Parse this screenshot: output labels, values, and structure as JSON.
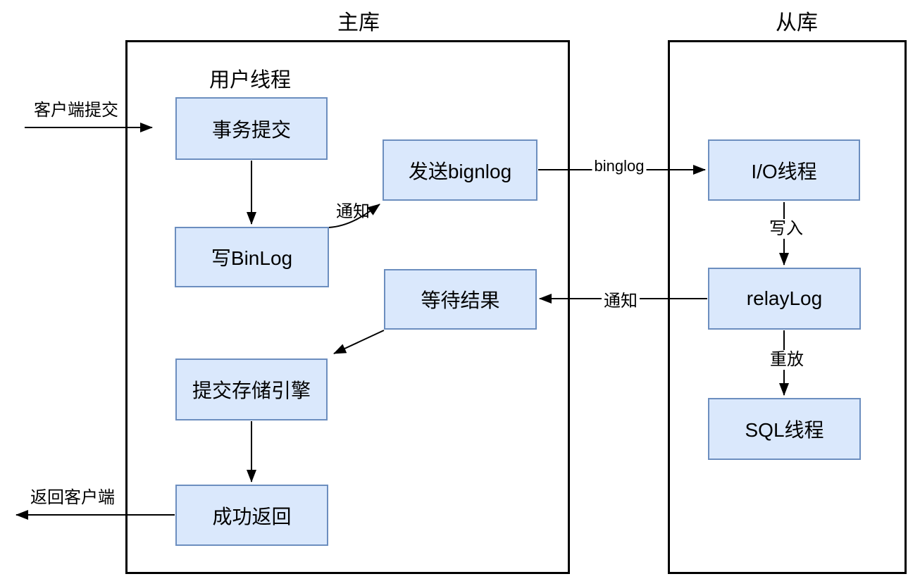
{
  "titles": {
    "master": "主库",
    "slave": "从库",
    "user_thread": "用户线程"
  },
  "nodes": {
    "transaction_commit": "事务提交",
    "write_binlog": "写BinLog",
    "send_binlog": "发送bignlog",
    "wait_result": "等待结果",
    "commit_storage_engine": "提交存储引擎",
    "success_return": "成功返回",
    "io_thread": "I/O线程",
    "relay_log": "relayLog",
    "sql_thread": "SQL线程"
  },
  "edge_labels": {
    "client_submit": "客户端提交",
    "notify_send_binlog": "通知",
    "binglog": "binglog",
    "write_to_relay": "写入",
    "notify_wait_result": "通知",
    "replay": "重放",
    "return_to_client": "返回客户端"
  },
  "colors": {
    "background": "#ffffff",
    "node_fill": "#dae8fc",
    "node_border": "#6c8ebf",
    "container_border": "#000000",
    "arrow": "#000000",
    "text": "#000000"
  }
}
